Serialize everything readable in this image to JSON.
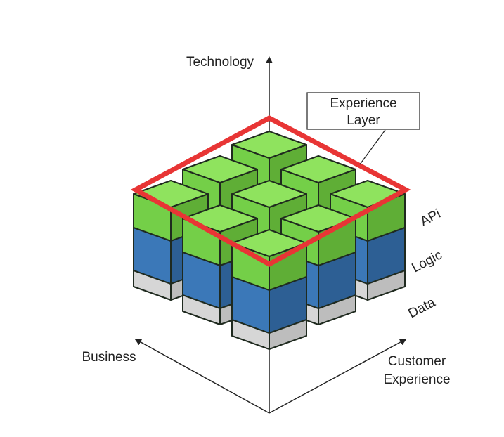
{
  "axes": {
    "vertical": "Technology",
    "left": "Business",
    "right_line1": "Customer",
    "right_line2": "Experience"
  },
  "callout": {
    "line1": "Experience",
    "line2": "Layer"
  },
  "layers": [
    {
      "name": "APi",
      "color": "#7ed957"
    },
    {
      "name": "Logic",
      "color": "#3d7fbf"
    },
    {
      "name": "Data",
      "color": "#dcdcdc"
    }
  ],
  "colors": {
    "highlight": "#e83535",
    "api_top": "#8fe35e",
    "api_front": "#74cf48",
    "api_side": "#5fae36",
    "logic_top": "#4a8bc9",
    "logic_front": "#3b78b8",
    "logic_side": "#2d5f94",
    "data_top": "#e8e8e8",
    "data_front": "#d6d6d6",
    "data_side": "#bdbdbd",
    "outline": "#1f2a1f",
    "axis": "#222222"
  }
}
